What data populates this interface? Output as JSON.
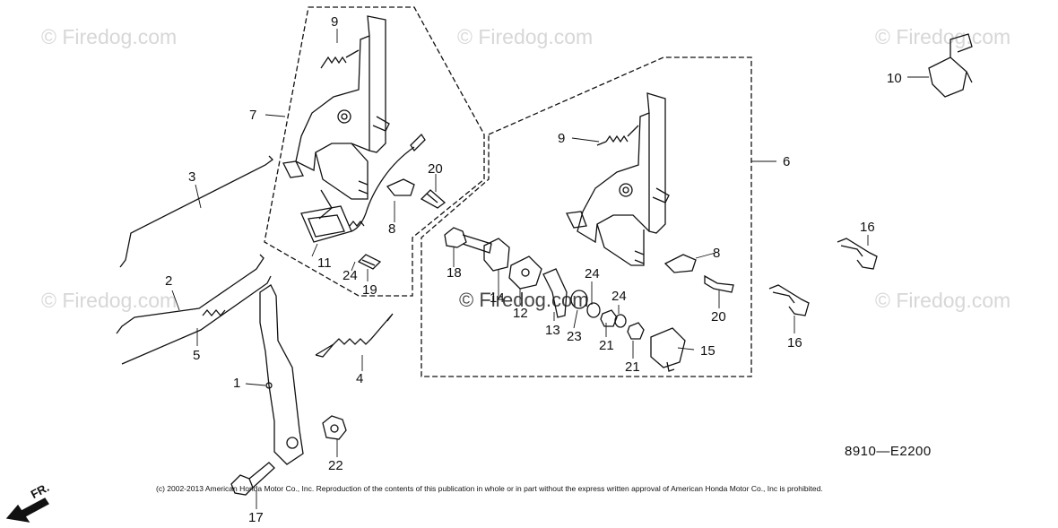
{
  "watermark": "© Firedog.com",
  "diagram_code": "8910—E2200",
  "copyright": "(c) 2002-2013 American Honda Motor Co., Inc. Reproduction of the contents of this publication in whole or in part without the express written approval of American Honda Motor Co., Inc is prohibited.",
  "direction_label": "FR.",
  "parts": {
    "p1": "1",
    "p2": "2",
    "p3": "3",
    "p4": "4",
    "p5": "5",
    "p6": "6",
    "p7": "7",
    "p8a": "8",
    "p8b": "8",
    "p9a": "9",
    "p9b": "9",
    "p10": "10",
    "p11": "11",
    "p12": "12",
    "p13": "13",
    "p14": "14",
    "p15": "15",
    "p16a": "16",
    "p16b": "16",
    "p17": "17",
    "p18": "18",
    "p19": "19",
    "p20a": "20",
    "p20b": "20",
    "p21a": "21",
    "p21b": "21",
    "p22": "22",
    "p23": "23",
    "p24a": "24",
    "p24b": "24",
    "p24c": "24"
  }
}
